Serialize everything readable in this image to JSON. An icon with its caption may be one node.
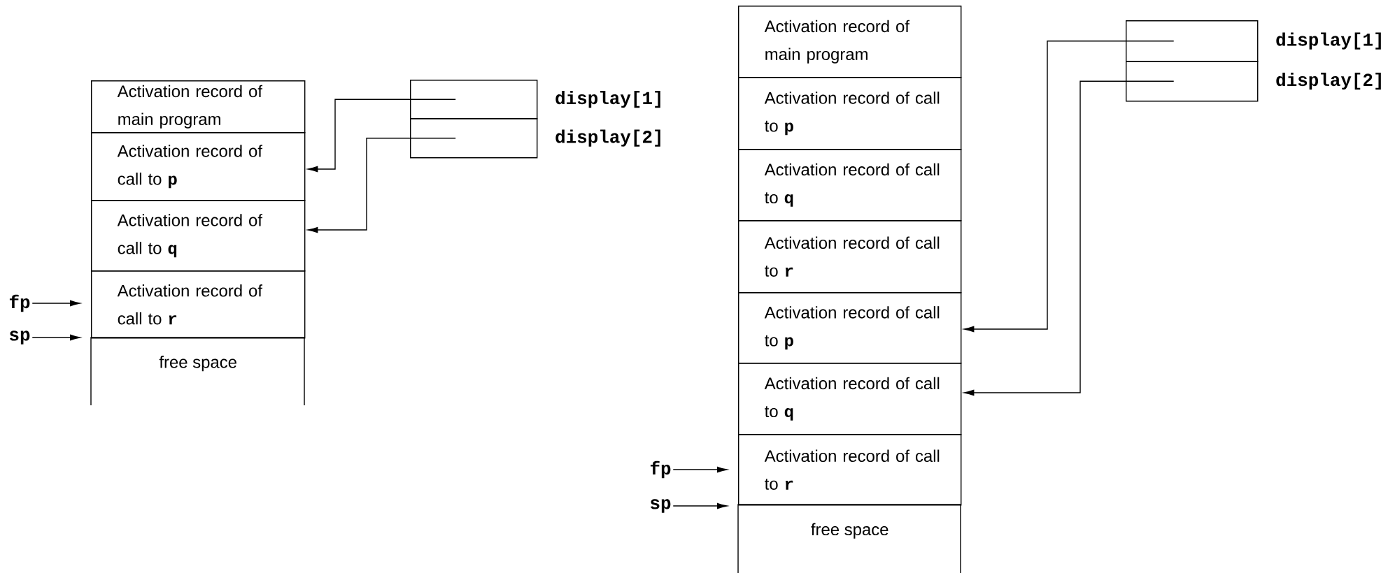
{
  "diagram": {
    "nodes": [
      {
        "text": [
          "Activation record of main program"
        ]
      },
      {
        "text": [
          "Activation record of call to **p**"
        ]
      },
      {
        "text": [
          "Activation record of call to **q**"
        ]
      },
      {
        "text": [
          "Activation record of call to **r**"
        ]
      },
      {
        "text": [
          "free space"
        ]
      },
      {
        "text": [
          "display[1]"
        ]
      },
      {
        "text": [
          "display[2]"
        ]
      },
      {
        "text": [
          "fp"
        ]
      },
      {
        "text": [
          "sp"
        ]
      },
      {
        "text": [
          "Activation record of main program"
        ]
      },
      {
        "text": [
          "Activation record of call to **p**"
        ]
      },
      {
        "text": [
          "Activation record of call to **q**"
        ]
      },
      {
        "text": [
          "Activation record of call to **r**"
        ]
      },
      {
        "text": [
          "Activation record of call to **p**"
        ]
      },
      {
        "text": [
          "Activation record of call to **q**"
        ]
      },
      {
        "text": [
          "Activation record of call to **r**"
        ]
      },
      {
        "text": [
          "free space"
        ]
      },
      {
        "text": [
          "display[1]"
        ]
      },
      {
        "text": [
          "display[2]"
        ]
      },
      {
        "text": [
          "fp"
        ]
      },
      {
        "text": [
          "sp"
        ]
      }
    ],
    "edges": [
      {
        "from": 5,
        "to": 1,
        "arrow": "to"
      },
      {
        "from": 6,
        "to": 2,
        "arrow": "to"
      },
      {
        "from": 7,
        "to": 3,
        "arrow": "to"
      },
      {
        "from": 8,
        "to": 4,
        "arrow": "to"
      },
      {
        "from": 17,
        "to": 13,
        "arrow": "to"
      },
      {
        "from": 18,
        "to": 14,
        "arrow": "to"
      },
      {
        "from": 19,
        "to": 15,
        "arrow": "to"
      },
      {
        "from": 20,
        "to": 16,
        "arrow": "to"
      }
    ]
  }
}
